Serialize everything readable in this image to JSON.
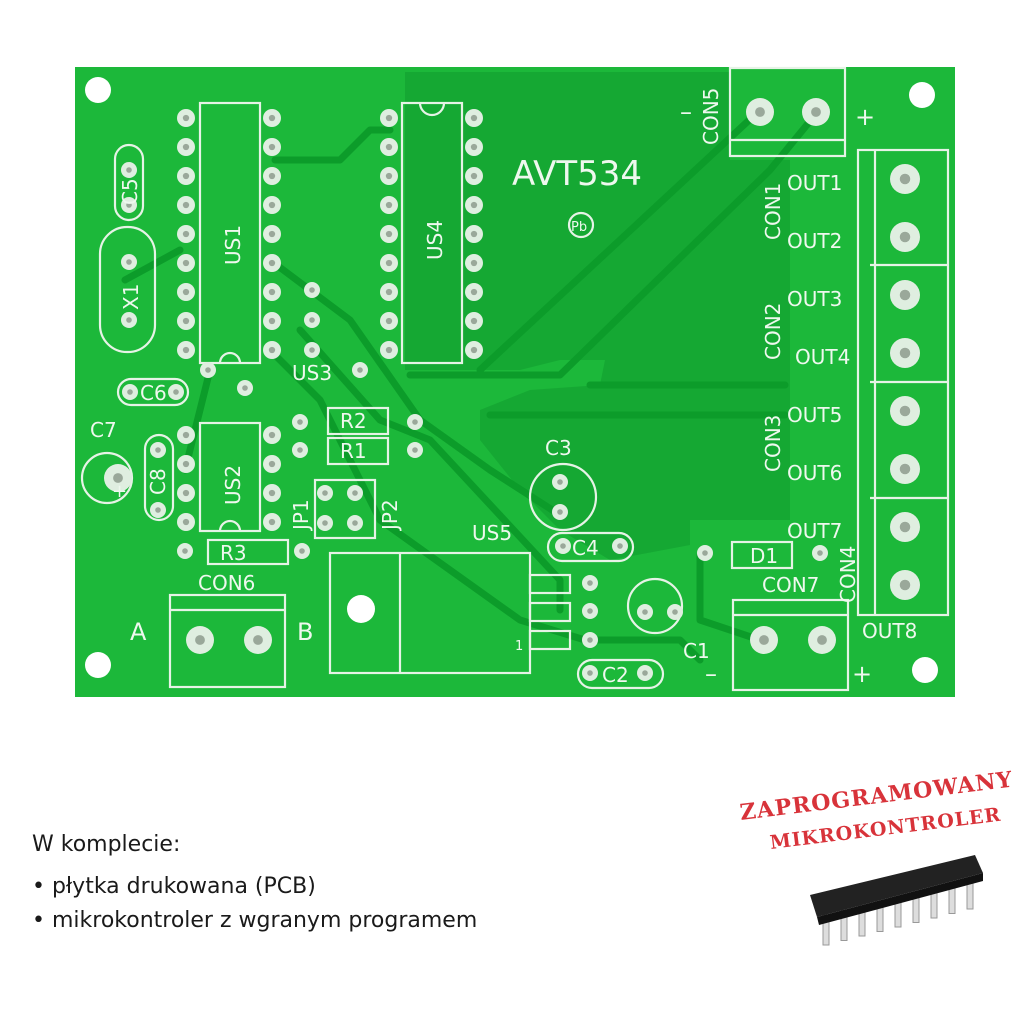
{
  "board": {
    "title": "AVT534",
    "pb_mark": "Pb",
    "connectors": {
      "con1": "CON1",
      "con2": "CON2",
      "con3": "CON3",
      "con4": "CON4",
      "con5": "CON5",
      "con6": "CON6",
      "con7": "CON7"
    },
    "outputs": [
      "OUT1",
      "OUT2",
      "OUT3",
      "OUT4",
      "OUT5",
      "OUT6",
      "OUT7",
      "OUT8"
    ],
    "ics": {
      "us1": "US1",
      "us2": "US2",
      "us3": "US3",
      "us4": "US4",
      "us5": "US5"
    },
    "capacitors": {
      "c1": "C1",
      "c2": "C2",
      "c3": "C3",
      "c4": "C4",
      "c5": "C5",
      "c6": "C6",
      "c7": "C7",
      "c8": "C8"
    },
    "resistors": {
      "r1": "R1",
      "r2": "R2",
      "r3": "R3"
    },
    "diode": "D1",
    "crystal": "X1",
    "jumpers": {
      "jp1": "JP1",
      "jp2": "JP2"
    },
    "terminal_a": "A",
    "terminal_b": "B",
    "plus": "+",
    "minus": "–",
    "pin1": "1"
  },
  "kit": {
    "heading": "W komplecie:",
    "items": [
      "• płytka drukowana (PCB)",
      "• mikrokontroler z wgranym programem"
    ]
  },
  "stamp": {
    "line1": "ZAPROGRAMOWANY",
    "line2": "MIKROKONTROLER"
  },
  "colors": {
    "board": "#1cb83a",
    "trace": "#0c9c2a",
    "silk": "#e6f3e6",
    "stamp": "#d8333a"
  }
}
